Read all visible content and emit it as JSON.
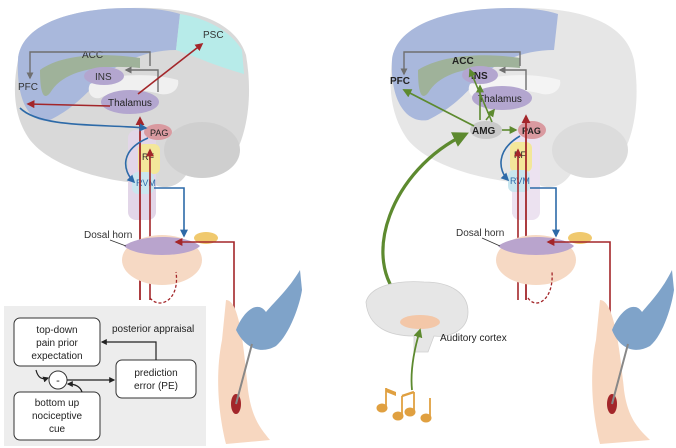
{
  "left_panel": {
    "labels": {
      "psc": "PSC",
      "acc": "ACC",
      "ins": "INS",
      "pfc": "PFC",
      "thalamus": "Thalamus",
      "pag": "PAG",
      "rf": "RF",
      "rvm": "RVM",
      "dorsal_horn": "Dosal horn"
    }
  },
  "right_panel": {
    "labels": {
      "acc": "ACC",
      "ins": "INS",
      "pfc": "PFC",
      "thalamus": "Thalamus",
      "amg": "AMG",
      "pag": "PAG",
      "rf": "RF",
      "rvm": "RVM",
      "dorsal_horn": "Dosal horn",
      "auditory_cortex": "Auditory cortex"
    }
  },
  "model_box": {
    "top_down": [
      "top-down",
      "pain prior",
      "expectation"
    ],
    "bottom_up": [
      "bottom up",
      "nociceptive",
      "cue"
    ],
    "prediction_error": [
      "prediction",
      "error (PE)"
    ],
    "posterior_appraisal": "posterior appraisal",
    "comparator_symbol": "-"
  },
  "colors": {
    "frontal": "#a9b8dc",
    "somatosensory": "#b7ebe9",
    "brain_gray": "#d9d9d9",
    "nucleus": "#b3a6cf",
    "ascending": "#a3262a",
    "descending": "#2d6aa8",
    "cortical": "#6f6f6f",
    "amygdala_path": "#5d8a2f",
    "rf_yellow": "#f3e79a",
    "rvm_blue": "#c9e6ef",
    "music": "#e0a040"
  }
}
